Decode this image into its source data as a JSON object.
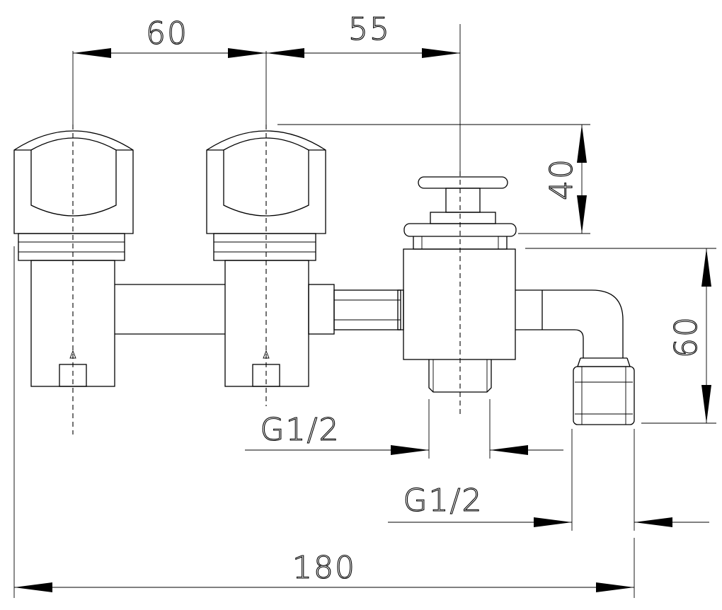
{
  "drawing": {
    "dimensions": {
      "spacing_left": "60",
      "spacing_right": "55",
      "knob_height": "40",
      "outlet_height": "60",
      "thread_inlet": "G1/2",
      "thread_outlet": "G1/2",
      "total_width": "180"
    }
  }
}
